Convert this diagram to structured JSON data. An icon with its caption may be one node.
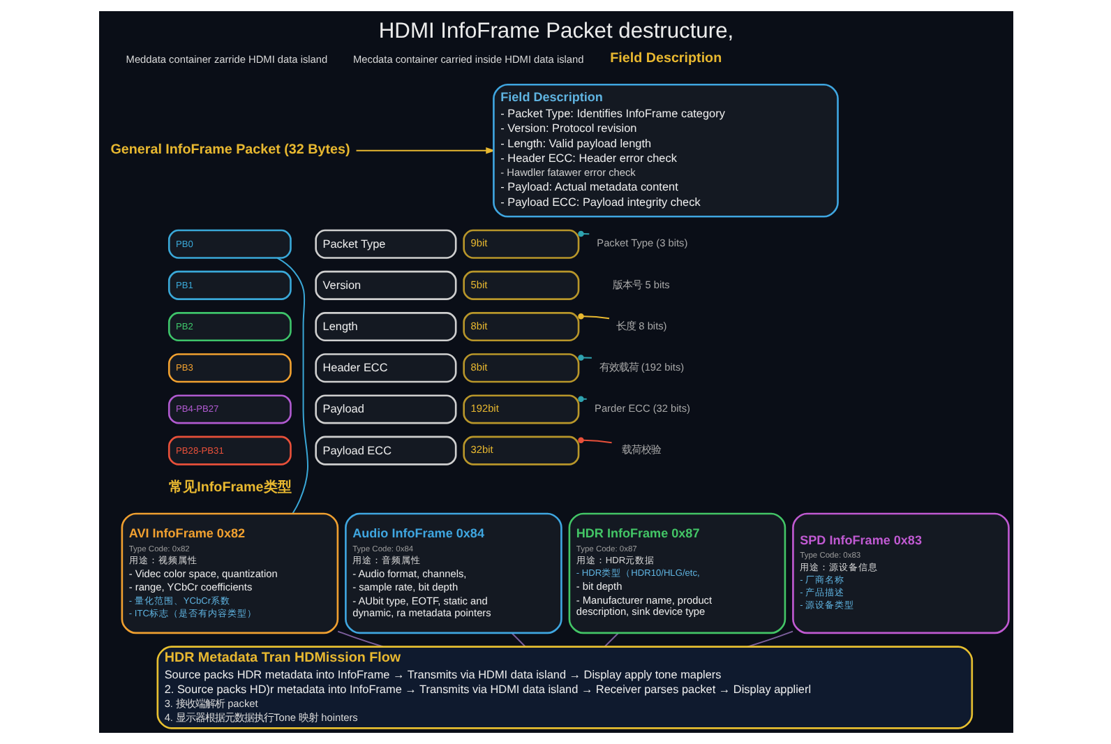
{
  "diagram": {
    "title": "HDMI InfoFrame Packet destructure,",
    "nodes": [
      {
        "text": [
          "General InfoFrame Packet (32 Bytes)"
        ]
      },
      {
        "text": [
          "PB0"
        ]
      },
      {
        "text": [
          "Packet Type"
        ]
      },
      {
        "text": [
          "9bit"
        ]
      },
      {
        "text": [
          "Packet Type (3 bits)"
        ]
      },
      {
        "text": [
          "PB1"
        ]
      },
      {
        "text": [
          "Version"
        ]
      },
      {
        "text": [
          "5bit"
        ]
      },
      {
        "text": [
          "PB2"
        ]
      },
      {
        "text": [
          "Length"
        ]
      },
      {
        "text": [
          "8bit"
        ]
      },
      {
        "text": [
          "长度 8 bits)"
        ]
      },
      {
        "text": [
          "PB3"
        ]
      },
      {
        "text": [
          "Header ECC"
        ]
      },
      {
        "text": [
          "8bit"
        ]
      },
      {
        "text": [
          "有效载荷 (192 bits)"
        ]
      },
      {
        "text": [
          "PB4-PB27"
        ]
      },
      {
        "text": [
          "Payload"
        ]
      },
      {
        "text": [
          "192bit"
        ]
      },
      {
        "text": [
          "Parder ECC (32 bits)"
        ]
      },
      {
        "text": [
          "PB28-PB31"
        ]
      },
      {
        "text": [
          "Payload ECC"
        ]
      },
      {
        "text": [
          "32bit"
        ]
      },
      {
        "text": [
          "载荷校验"
        ]
      },
      {
        "text": [
          "Field Description",
          "- Packet Type: Identifies InfoFrame category",
          "- Version: Protocol revision",
          "- Length: Valid payload length",
          "- Header ECC: Header error check",
          "- Hawdler fatawer error check",
          "- Payload: Actual metadata content",
          "- Payload ECC: Payload integrity check"
        ]
      },
      {
        "text": [
          "AVI InfoFrame 0x82",
          "Type Code: 0x82",
          "用途：视频属性",
          "- Videc color space, quantization",
          "- range, YCbCr coefficients",
          "- 量化范围、YCbCr系数",
          "- ITC标志（是否有内容类型）"
        ]
      },
      {
        "text": [
          "Audio InfoFrame 0x84",
          "Type Code: 0x84",
          "用途：音频属性",
          "- Audio format, channels,",
          "- sample rate, bit depth",
          "- AUbit type, EOTF, static and dynamic, ra metadata pointers"
        ]
      },
      {
        "text": [
          "HDR InfoFrame 0x87",
          "Type Code: 0x87",
          "用途：HDR元数据",
          "- HDR类型（HDR10/HLG/etc,",
          "- bit depth",
          "- Manufacturer name, product description, sink device type"
        ]
      },
      {
        "text": [
          "SPD InfoFrame 0x83",
          "Type Code: 0x83",
          "用途：源设备信息",
          "- 厂商名称",
          "- 产品描述",
          "- 源设备类型"
        ]
      },
      {
        "text": [
          "HDR Metadata Tran HDMission Flow",
          "Source packs HDR metadata into InfoFrame → Transmits via HDMI data island → Display apply tone maplers",
          "2. Source packs HD)r metadata into InfoFrame → Transmits via HDMI data island → Receiver parses packet → Display applierl",
          "3. 接收端解析 packet",
          "4. 显示器根据元数据执行Tone 映射 hointers"
        ]
      }
    ],
    "edges": [
      {
        "from": 0,
        "to": 24,
        "arrow": "to",
        "color": "#e8b830"
      },
      {
        "from": 3,
        "to": 4,
        "arrow": "other",
        "color": "#2fa3b0"
      },
      {
        "from": 10,
        "to": 11,
        "arrow": "other",
        "color": "#e8b830"
      },
      {
        "from": 14,
        "to": 15,
        "arrow": "other",
        "color": "#2fa3b0"
      },
      {
        "from": 18,
        "to": 19,
        "arrow": "other",
        "color": "#2fa3b0"
      },
      {
        "from": 22,
        "to": 23,
        "arrow": "other",
        "color": "#e8503a"
      },
      {
        "from": 1,
        "to": 25,
        "arrow": "none",
        "color": "#3aa8d8"
      },
      {
        "from": 25,
        "to": 29,
        "arrow": "none"
      },
      {
        "from": 26,
        "to": 29,
        "arrow": "none"
      },
      {
        "from": 27,
        "to": 29,
        "arrow": "none"
      },
      {
        "from": 28,
        "to": 29,
        "arrow": "none"
      }
    ],
    "labels": [
      "Mecdata container carried inside HDMI data island",
      "Meddata container zarride HDMI data island",
      "Field Description",
      "版本号 5 bits",
      "常见InfoFrame类型"
    ]
  }
}
